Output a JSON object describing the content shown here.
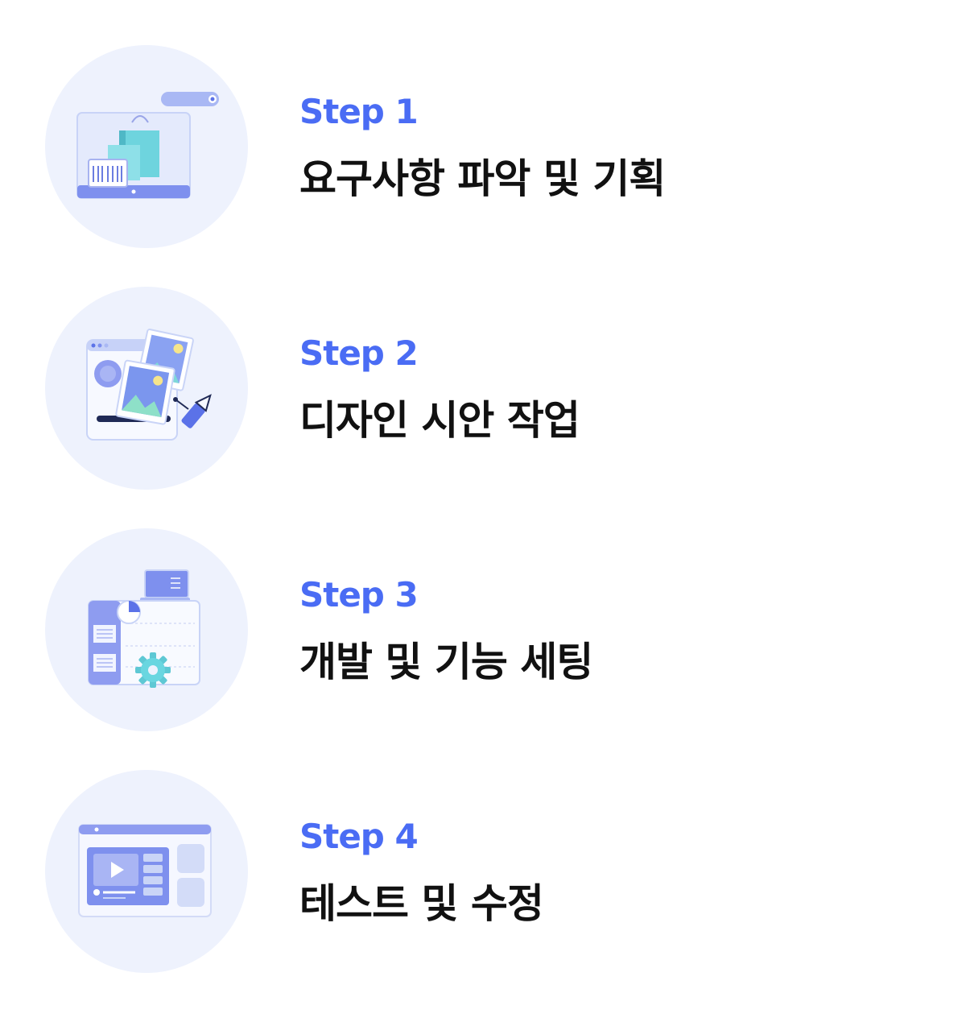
{
  "steps": [
    {
      "label": "Step 1",
      "title": "요구사항 파악 및 기획",
      "icon": "shopping-monitor-icon"
    },
    {
      "label": "Step 2",
      "title": "디자인 시안 작업",
      "icon": "design-draft-icon"
    },
    {
      "label": "Step 3",
      "title": "개발 및 기능 세팅",
      "icon": "development-settings-icon"
    },
    {
      "label": "Step 4",
      "title": "테스트 및 수정",
      "icon": "video-test-icon"
    }
  ],
  "colors": {
    "accent": "#4a6cf4",
    "title": "#111111",
    "circle": "#eef2fd",
    "teal": "#69d6e0"
  }
}
